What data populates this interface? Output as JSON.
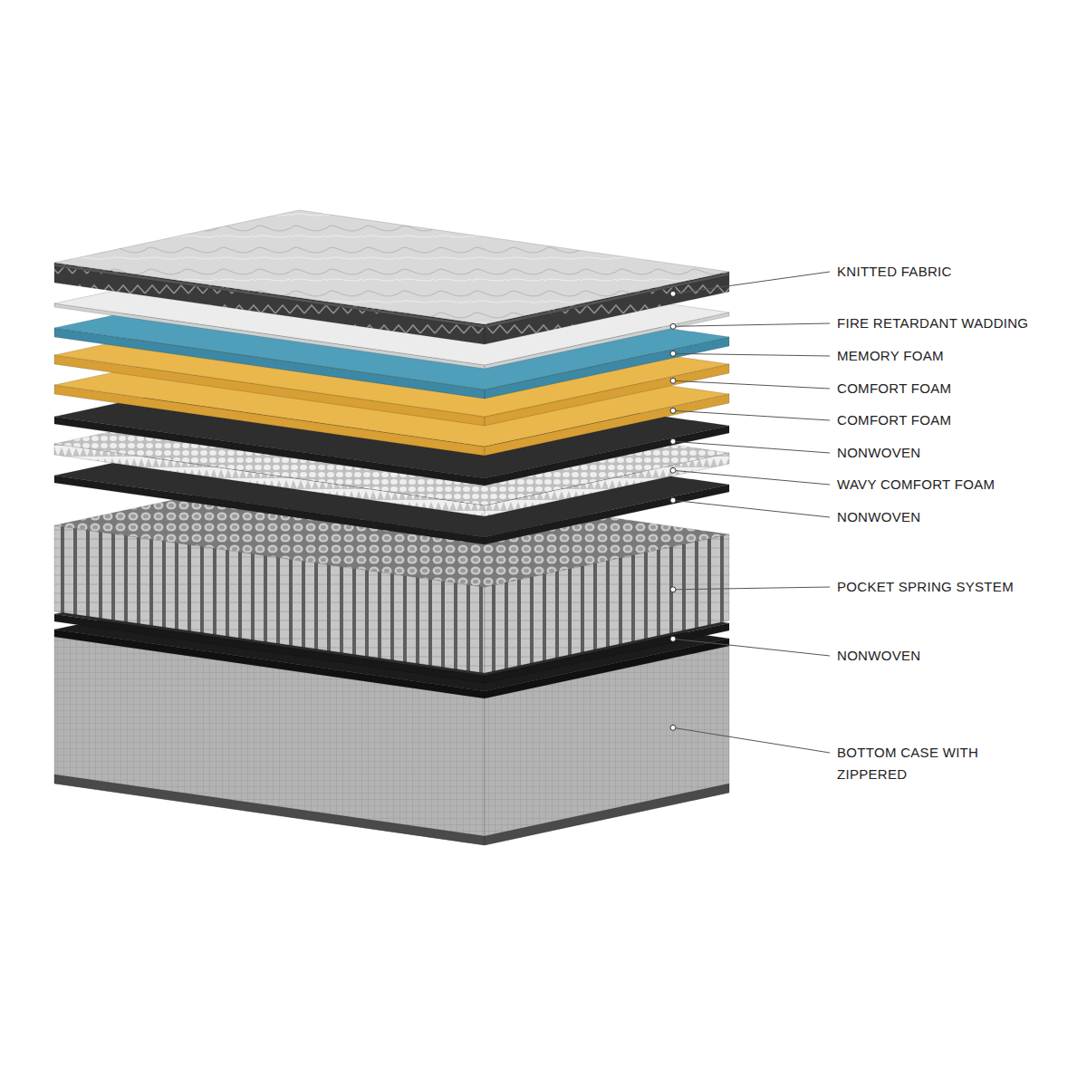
{
  "diagram": {
    "labels": [
      "KNITTED FABRIC",
      "FIRE RETARDANT WADDING",
      "MEMORY FOAM",
      "COMFORT FOAM",
      "COMFORT FOAM",
      "NONWOVEN",
      "WAVY COMFORT FOAM",
      "NONWOVEN",
      "POCKET SPRING SYSTEM",
      "NONWOVEN",
      "BOTTOM CASE WITH ZIPPERED"
    ]
  }
}
